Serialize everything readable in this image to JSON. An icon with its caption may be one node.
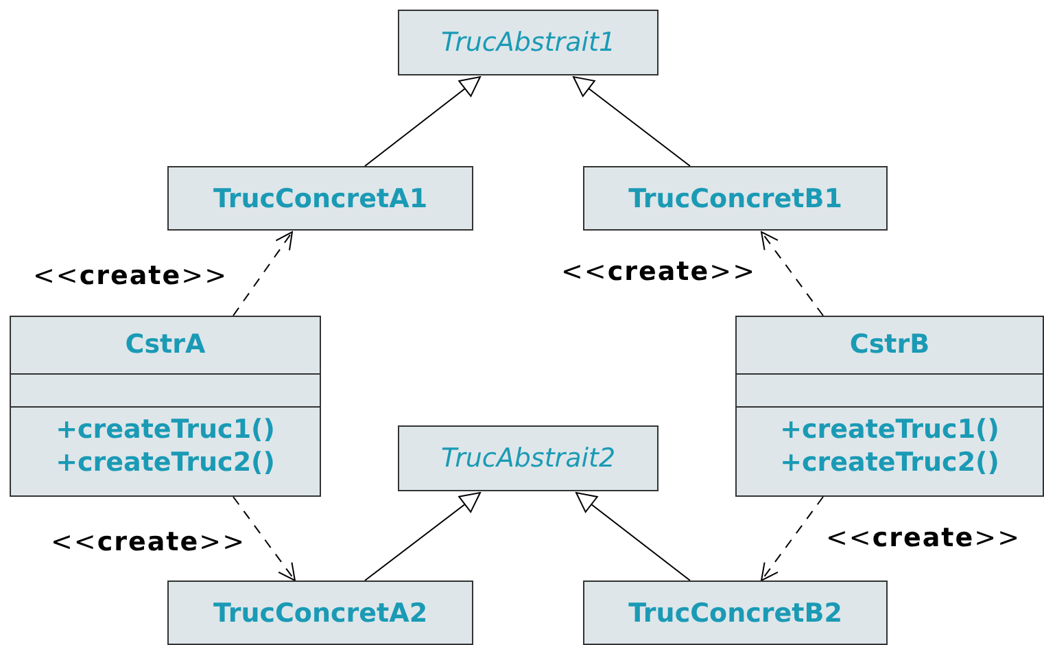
{
  "diagram": {
    "nodes": [
      {
        "text": [
          "TrucAbstrait1"
        ]
      },
      {
        "text": [
          "TrucConcretA1"
        ]
      },
      {
        "text": [
          "TrucConcretB1"
        ]
      },
      {
        "text": [
          "CstrA",
          "+createTruc1() +createTruc2()"
        ]
      },
      {
        "text": [
          "CstrB",
          "+createTruc1() +createTruc2()"
        ]
      },
      {
        "text": [
          "TrucAbstrait2"
        ]
      },
      {
        "text": [
          "TrucConcretA2"
        ]
      },
      {
        "text": [
          "TrucConcretB2"
        ]
      }
    ],
    "edges": [
      {
        "from": 1,
        "to": 0,
        "arrow": "to"
      },
      {
        "from": 2,
        "to": 0,
        "arrow": "to"
      },
      {
        "from": 3,
        "to": 1,
        "arrow": "to",
        "style": "dashed",
        "label": "<<**create**>>"
      },
      {
        "from": 4,
        "to": 2,
        "arrow": "to",
        "style": "dashed",
        "label": "<<**create**>>"
      },
      {
        "from": 3,
        "to": 6,
        "arrow": "to",
        "style": "dashed",
        "label": "<<**create**>>"
      },
      {
        "from": 4,
        "to": 7,
        "arrow": "to",
        "style": "dashed",
        "label": "<<**create**>>"
      },
      {
        "from": 6,
        "to": 5,
        "arrow": "to"
      },
      {
        "from": 7,
        "to": 5,
        "arrow": "to"
      }
    ]
  }
}
